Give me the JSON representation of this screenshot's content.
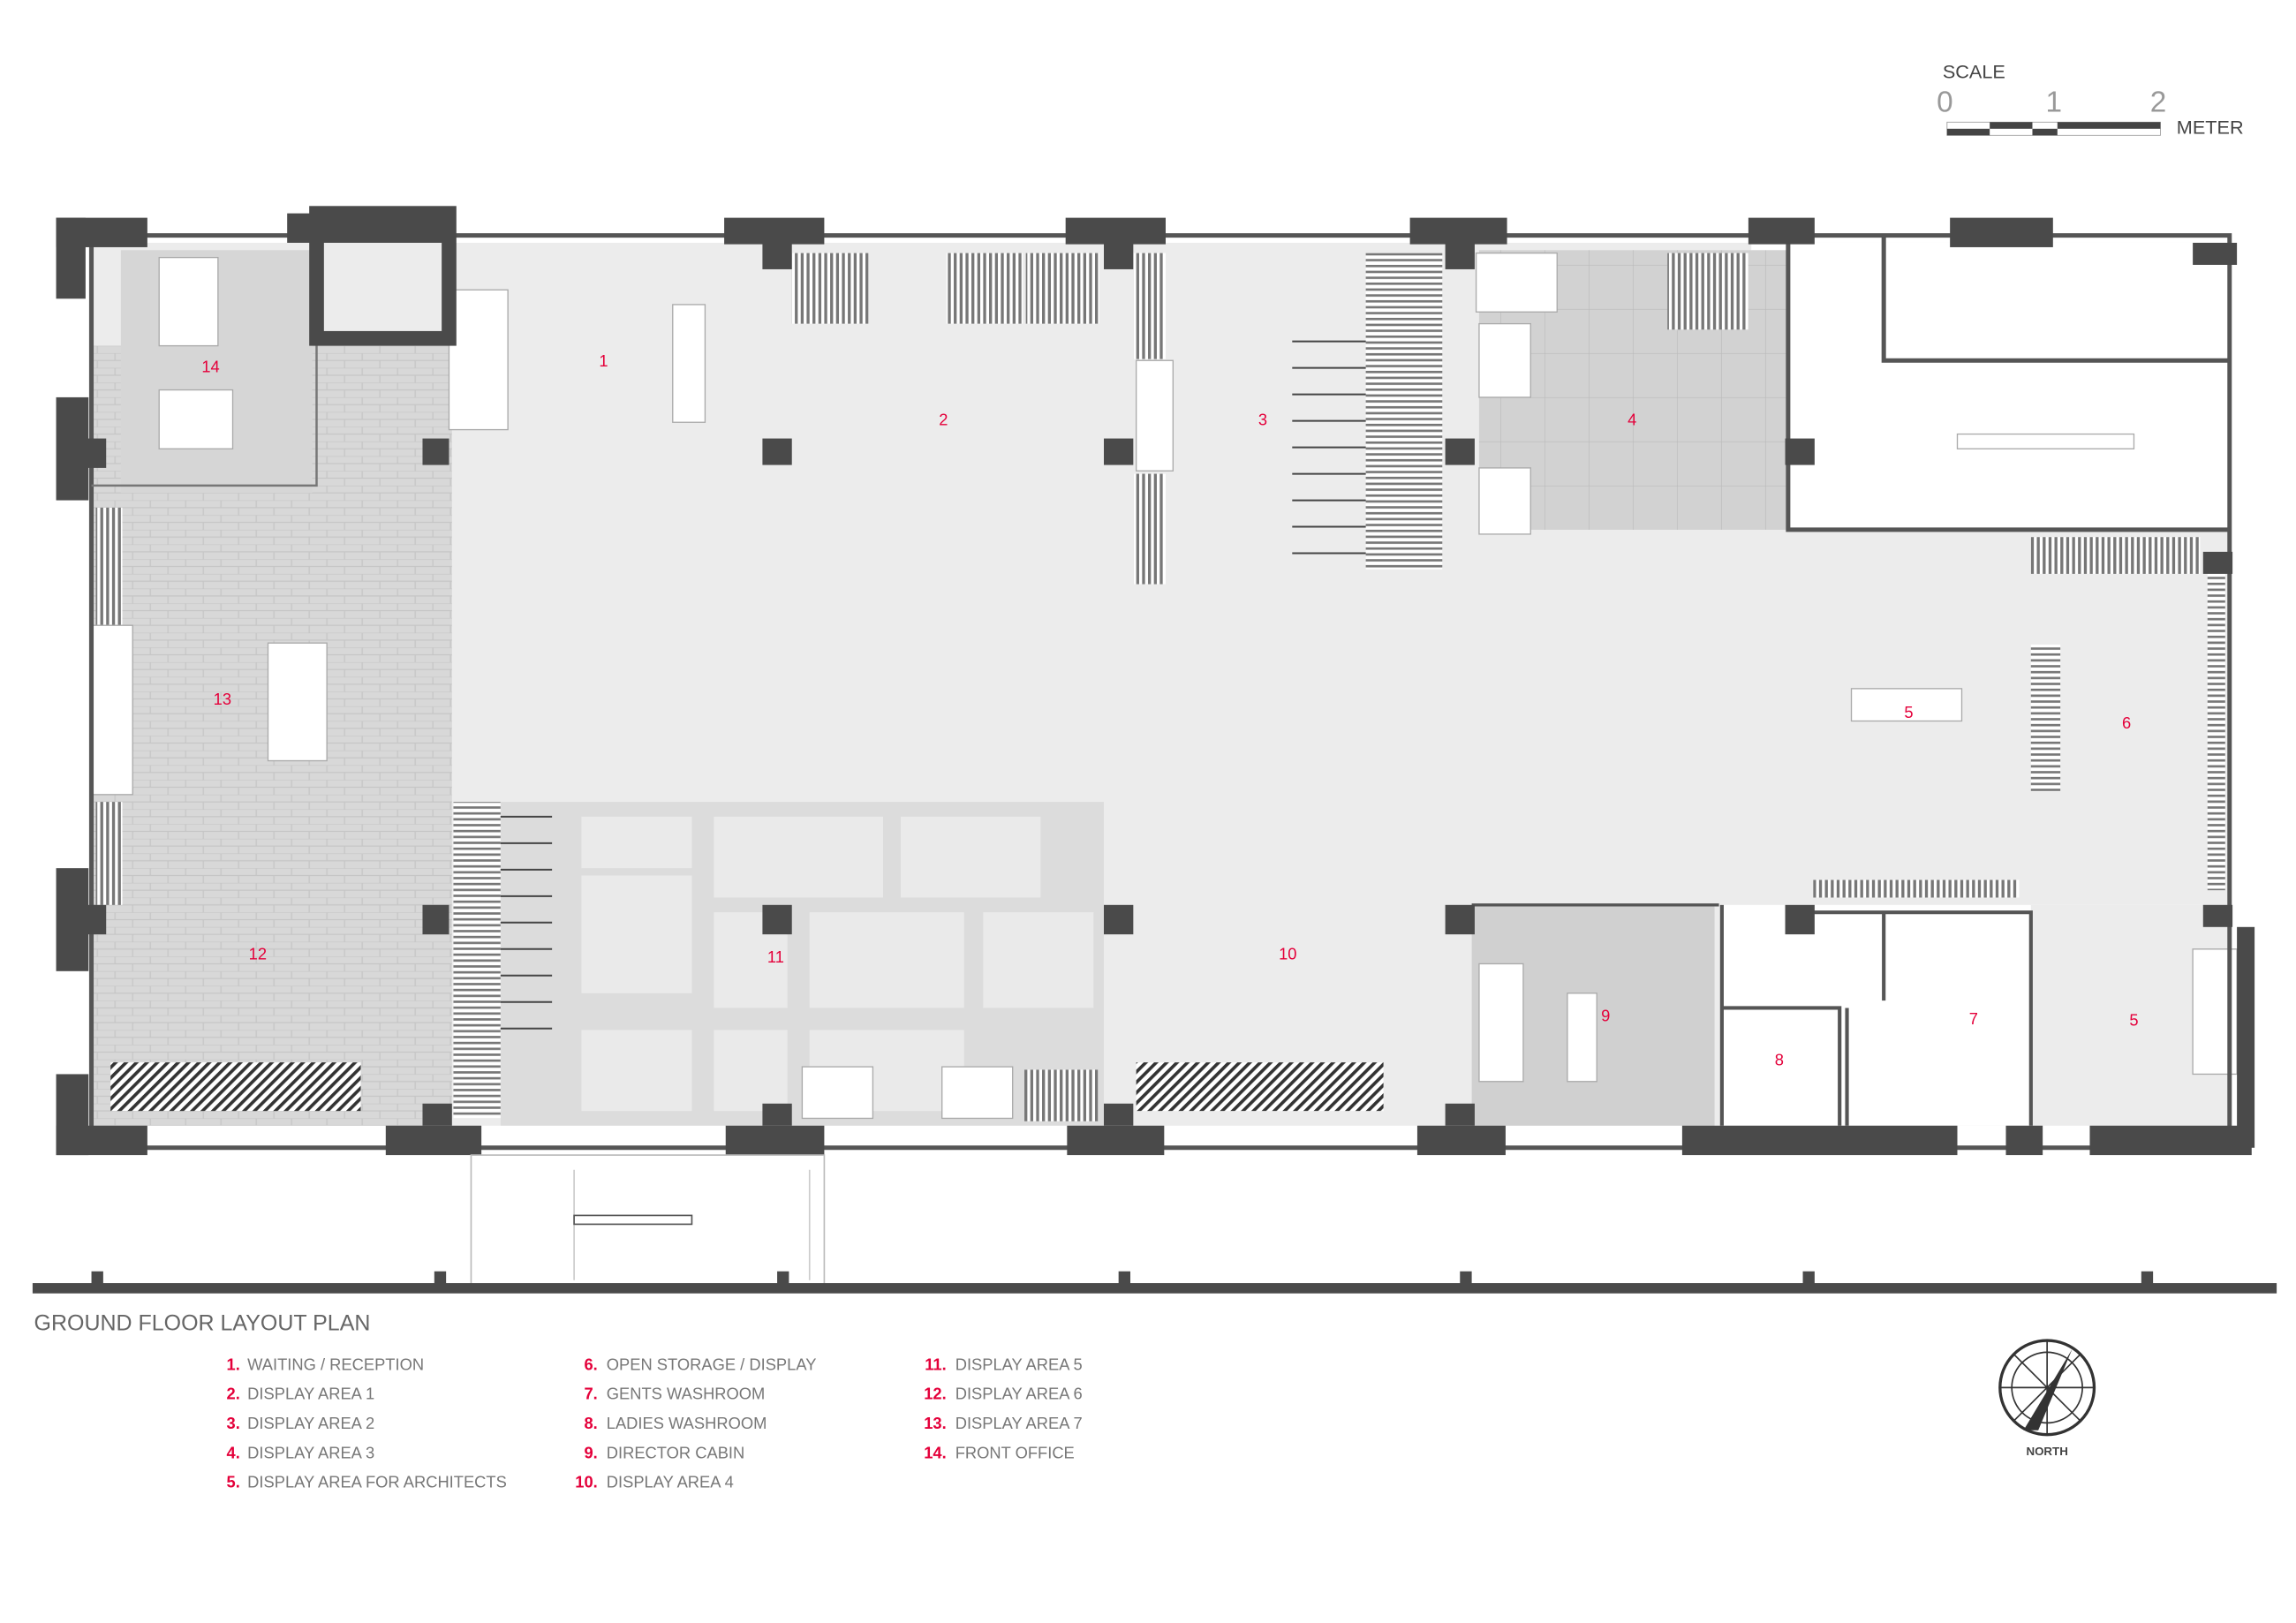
{
  "title": "GROUND FLOOR LAYOUT PLAN",
  "scale": {
    "label": "SCALE",
    "ticks": [
      "0",
      "1",
      "2"
    ],
    "unit": "METER"
  },
  "north_label": "NORTH",
  "rooms": [
    {
      "num": "1"
    },
    {
      "num": "2"
    },
    {
      "num": "3"
    },
    {
      "num": "4"
    },
    {
      "num": "5"
    },
    {
      "num": "6"
    },
    {
      "num": "7"
    },
    {
      "num": "8"
    },
    {
      "num": "9"
    },
    {
      "num": "10"
    },
    {
      "num": "11"
    },
    {
      "num": "12"
    },
    {
      "num": "13"
    },
    {
      "num": "14"
    },
    {
      "num": "5"
    }
  ],
  "legend": [
    {
      "num": "1.",
      "label": "WAITING / RECEPTION"
    },
    {
      "num": "2.",
      "label": "DISPLAY AREA 1"
    },
    {
      "num": "3.",
      "label": "DISPLAY AREA 2"
    },
    {
      "num": "4.",
      "label": "DISPLAY AREA 3"
    },
    {
      "num": "5.",
      "label": "DISPLAY AREA FOR ARCHITECTS"
    },
    {
      "num": "6.",
      "label": "OPEN STORAGE / DISPLAY"
    },
    {
      "num": "7.",
      "label": "GENTS WASHROOM"
    },
    {
      "num": "8.",
      "label": "LADIES WASHROOM"
    },
    {
      "num": "9.",
      "label": "DIRECTOR CABIN"
    },
    {
      "num": "10.",
      "label": "DISPLAY AREA 4"
    },
    {
      "num": "11.",
      "label": "DISPLAY AREA 5"
    },
    {
      "num": "12.",
      "label": "DISPLAY AREA 6"
    },
    {
      "num": "13.",
      "label": "DISPLAY AREA 7"
    },
    {
      "num": "14.",
      "label": "FRONT OFFICE"
    }
  ],
  "colors": {
    "room_number": "#e4003a",
    "wall": "#4a4a4a",
    "floor": "#ececec"
  }
}
